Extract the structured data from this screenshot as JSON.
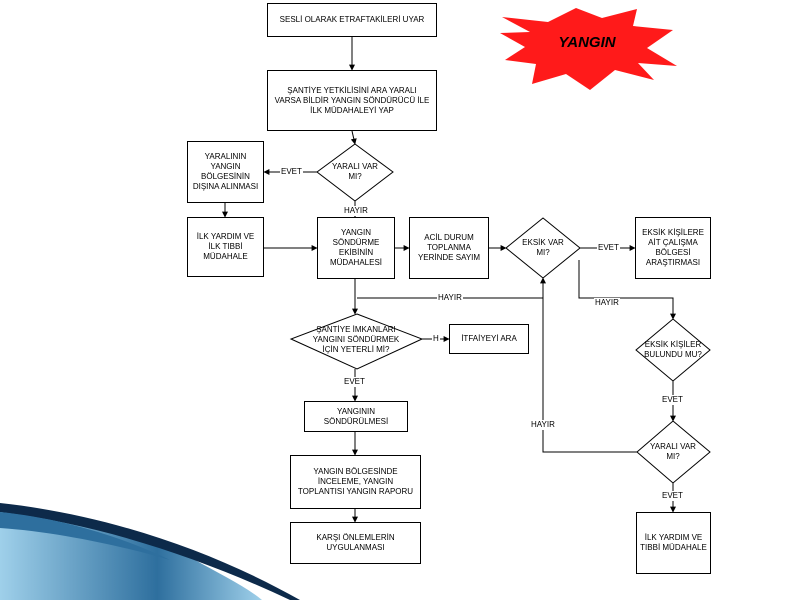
{
  "fire_badge": {
    "text": "YANGIN",
    "color": "#ff1a1a"
  },
  "nodes": {
    "alert": "SESLİ OLARAK ETRAFTAKİLERİ UYAR",
    "notify": "ŞANTİYE YETKİLİSİNİ ARA YARALI\nVARSA BİLDİR YANGIN SÖNDÜRÜCÜ İLE\nİLK MÜDAHALEYİ YAP",
    "q_injured": "YARALI VAR\nMI?",
    "remove_injured": "YARALININ\nYANGIN\nBÖLGESİNİN\nDIŞINA ALINMASI",
    "first_aid": "İLK YARDIM VE\nİLK TIBBİ\nMÜDAHALE",
    "fire_team": "YANGIN\nSÖNDÜRME\nEKİBİNİN\nMÜDAHALESİ",
    "assembly": "ACİL DURUM\nTOPLANMA\nYERİNDE SAYIM",
    "q_missing": "EKSİK VAR\nMI?",
    "search_missing": "EKSİK KİŞİLERE\nAİT ÇALIŞMA\nBÖLGESİ\nARAŞTIRMASI",
    "q_site_means": "ŞANTİYE İMKANLARI\nYANGINI SÖNDÜRMEK\nİÇİN YETERLİ Mİ?",
    "call_fire_dept": "İTFAİYEYİ ARA",
    "extinguished": "YANGININ\nSÖNDÜRÜLMESİ",
    "inspection": "YANGIN BÖLGESİNDE\nİNCELEME, YANGIN\nTOPLANTISI YANGIN RAPORU",
    "preventive": "KARŞI ÖNLEMLERİN\nUYGULANMASI",
    "q_found": "EKSİK KİŞİLER\nBULUNDU MU?",
    "q_injured_2": "YARALI VAR\nMI?",
    "final_aid": "İLK YARDIM VE\nTIBBİ MÜDAHALE"
  },
  "edge_labels": {
    "evet_injured": "EVET",
    "hayir_injured": "HAYIR",
    "hayir_loop": "HAYIR",
    "evet_missing": "EVET",
    "hayir_missing": "HAYIR",
    "h_means": "H",
    "evet_means": "EVET",
    "evet_found": "EVET",
    "hayir_injured_2": "HAYIR",
    "evet_injured_2": "EVET"
  },
  "colors": {
    "wave_dark": "#0d2a4a",
    "wave_mid": "#2e6f9e",
    "wave_light": "#9fd0ea"
  }
}
